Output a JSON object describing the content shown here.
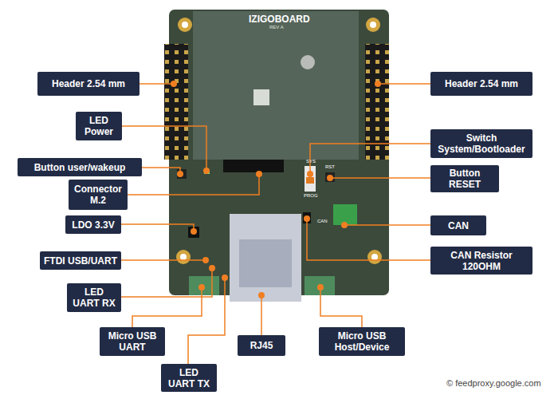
{
  "diagram": {
    "nodes": [
      {
        "text": [
          "Header 2.54 mm"
        ]
      },
      {
        "text": [
          "Header 2.54 mm"
        ]
      },
      {
        "text": [
          "LED Power"
        ]
      },
      {
        "text": [
          "Switch System/Bootloader"
        ]
      },
      {
        "text": [
          "Button user/wakeup"
        ]
      },
      {
        "text": [
          "Button RESET"
        ]
      },
      {
        "text": [
          "Connector M.2"
        ]
      },
      {
        "text": [
          "LDO 3.3V"
        ]
      },
      {
        "text": [
          "CAN"
        ]
      },
      {
        "text": [
          "FTDI USB/UART"
        ]
      },
      {
        "text": [
          "CAN Resistor 120OHM"
        ]
      },
      {
        "text": [
          "LED UART RX"
        ]
      },
      {
        "text": [
          "Micro USB UART"
        ]
      },
      {
        "text": [
          "RJ45"
        ]
      },
      {
        "text": [
          "Micro USB Host/Device"
        ]
      },
      {
        "text": [
          "LED UART TX"
        ]
      }
    ],
    "labels": [
      "IZIGOBOARD",
      "REV A",
      "SYS",
      "PROG",
      "RST",
      "CAN",
      "© feedproxy.google.com"
    ]
  }
}
